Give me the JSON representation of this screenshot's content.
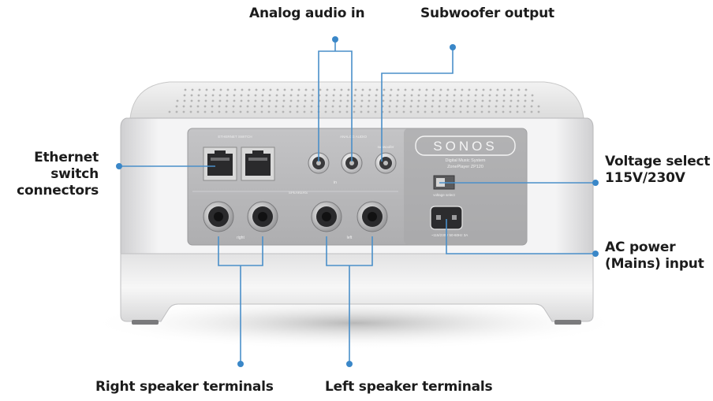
{
  "callouts": {
    "analog_audio_in": "Analog audio in",
    "subwoofer_output": "Subwoofer output",
    "ethernet_switch_connectors": [
      "Ethernet",
      "switch",
      "connectors"
    ],
    "voltage_select": [
      "Voltage select",
      "115V/230V"
    ],
    "ac_power_input": [
      "AC power",
      "(Mains) input"
    ],
    "right_speaker_terminals": "Right speaker terminals",
    "left_speaker_terminals": "Left speaker terminals"
  },
  "device": {
    "brand": "SONOS",
    "model_line1": "Digital Music System",
    "model_line2": "ZonePlayer ZP120",
    "section_ethernet": "ETHERNET SWITCH",
    "section_analog": "ANALOG AUDIO",
    "section_speakers": "SPEAKERS",
    "label_subwoofer": "subwoofer",
    "label_in": "in",
    "label_right": "right",
    "label_left": "left",
    "label_voltage": "voltage select",
    "label_power": "~115/230V 50-60Hz 3A"
  },
  "colors": {
    "callout_line": "#4a8fc9",
    "callout_dot": "#3a87c8",
    "label_text": "#1c1c1c",
    "panel": "#b9b9bb"
  }
}
